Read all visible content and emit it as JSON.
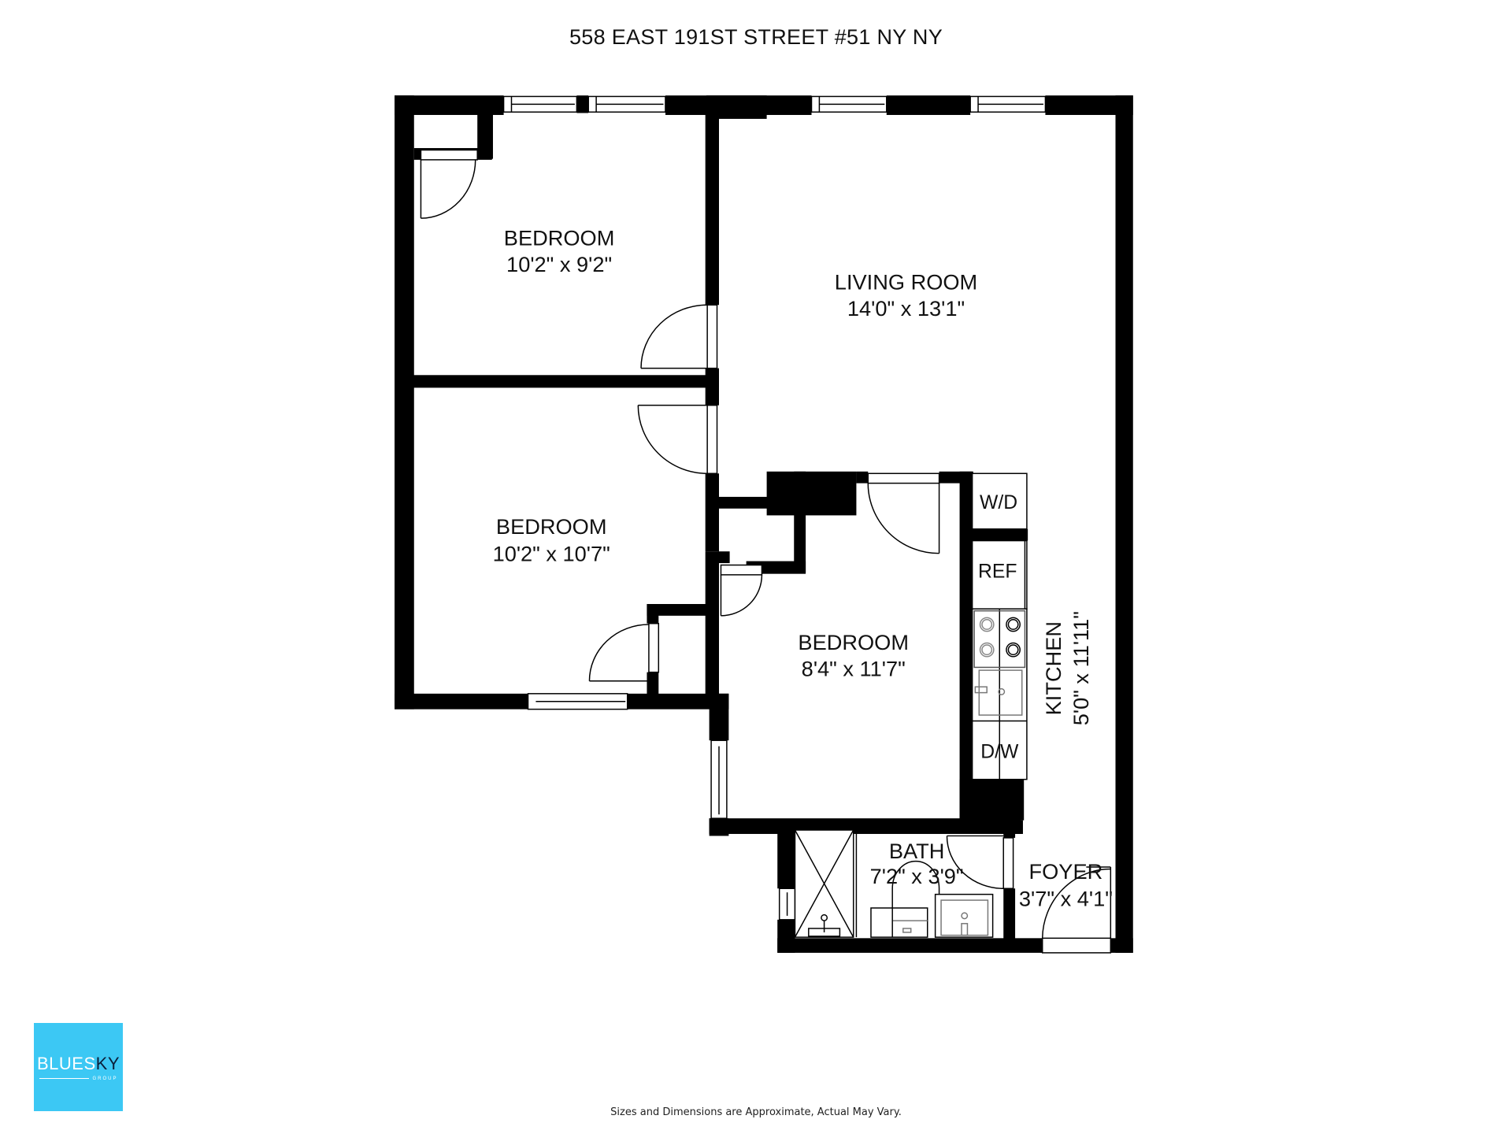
{
  "header": {
    "title": "558 EAST 191ST STREET #51 NY NY"
  },
  "rooms": [
    {
      "id": "bedroom-1",
      "name": "BEDROOM",
      "dimensions": "10'2\" x 9'2\""
    },
    {
      "id": "living-room",
      "name": "LIVING ROOM",
      "dimensions": "14'0\" x 13'1\""
    },
    {
      "id": "bedroom-2",
      "name": "BEDROOM",
      "dimensions": "10'2\" x 10'7\""
    },
    {
      "id": "bedroom-3",
      "name": "BEDROOM",
      "dimensions": "8'4\" x 11'7\""
    },
    {
      "id": "kitchen",
      "name": "KITCHEN",
      "dimensions": "5'0\" x 11'11\""
    },
    {
      "id": "bath",
      "name": "BATH",
      "dimensions": "7'2\" x 3'9\""
    },
    {
      "id": "foyer",
      "name": "FOYER",
      "dimensions": "3'7\" x 4'1\""
    }
  ],
  "appliances": {
    "washer_dryer": "W/D",
    "refrigerator": "REF",
    "dishwasher": "D/W"
  },
  "logo": {
    "word_main": "BLUES",
    "word_accent": "KY",
    "sub": "GROUP",
    "bg_color": "#3cc8f4"
  },
  "footer": {
    "disclaimer": "Sizes and Dimensions are Approximate, Actual May Vary."
  },
  "colors": {
    "wall": "#000000",
    "background": "#ffffff",
    "fixture_gray": "#888888"
  }
}
